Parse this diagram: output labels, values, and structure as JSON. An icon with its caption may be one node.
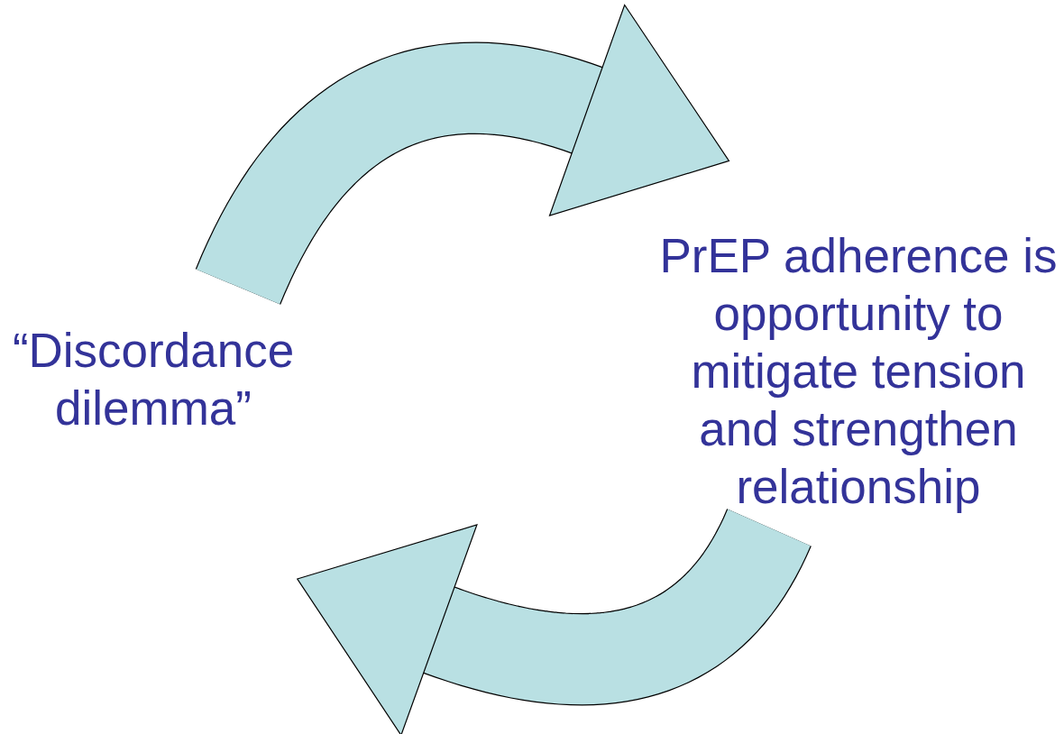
{
  "diagram": {
    "nodes": [
      {
        "text": [
          "“Discordance dilemma”"
        ]
      },
      {
        "text": [
          "PrEP adherence is opportunity to mitigate tension and strengthen relationship"
        ]
      }
    ],
    "edges": [
      {
        "from": 0,
        "to": 1,
        "arrow": "to"
      },
      {
        "from": 1,
        "to": 0,
        "arrow": "to"
      }
    ]
  }
}
